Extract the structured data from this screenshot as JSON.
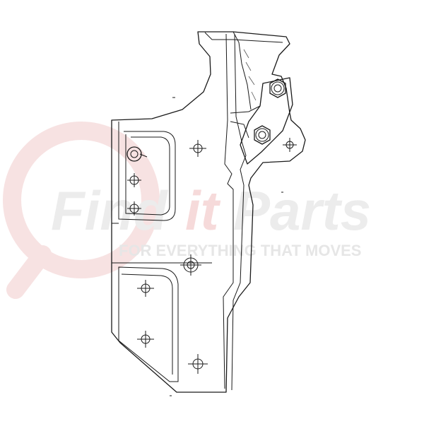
{
  "watermark": {
    "brand_part1": "Find",
    "brand_part2": "it",
    "brand_part3": "Parts",
    "tagline": "FOR EVERYTHING THAT MOVES",
    "colors": {
      "gray": "#ebebeb",
      "red": "#f6dada"
    }
  },
  "drawing": {
    "line_color": "#1a1a1a",
    "background": "#ffffff"
  }
}
